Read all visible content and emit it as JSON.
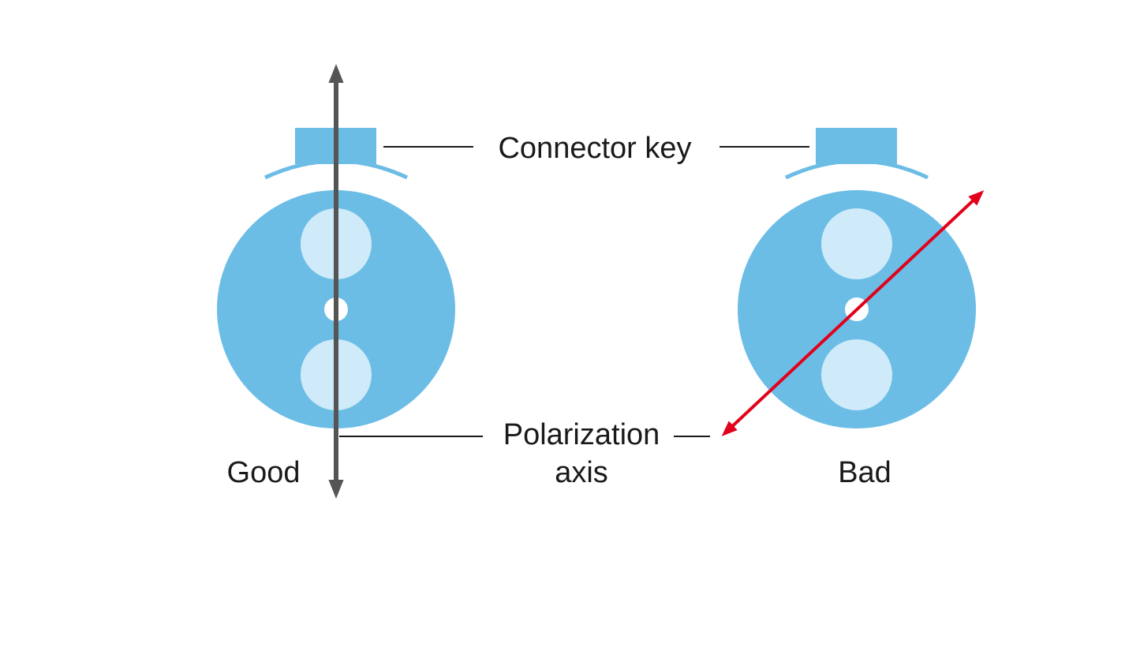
{
  "labels": {
    "connector_key": "Connector key",
    "polarization_line1": "Polarization",
    "polarization_line2": "axis",
    "good": "Good",
    "bad": "Bad"
  },
  "colors": {
    "fiber_blue": "#6bbde6",
    "stress_rod": "#cfeaf8",
    "core": "#ffffff",
    "good_axis": "#555555",
    "bad_axis": "#e2001a",
    "leader_line": "#1a1a1a"
  },
  "icons": {
    "good_axis": "double-arrow-vertical",
    "bad_axis": "double-arrow-diagonal"
  }
}
